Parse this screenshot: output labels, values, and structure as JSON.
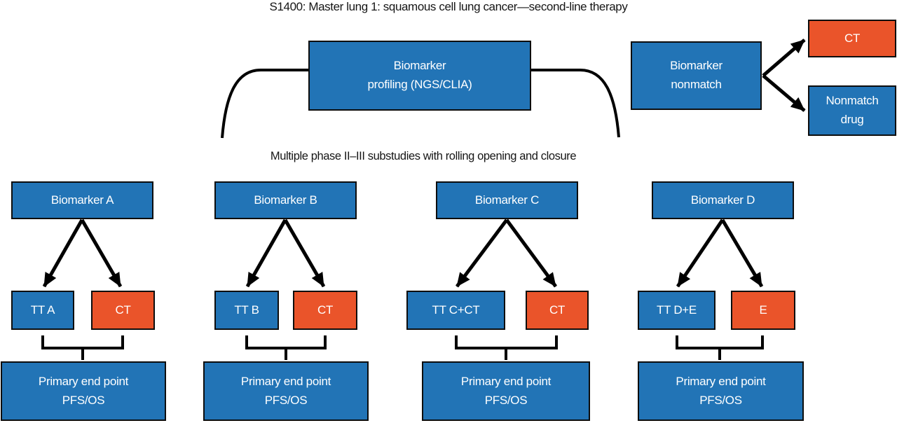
{
  "title": "S1400: Master lung 1: squamous cell lung cancer—second-line therapy",
  "subtitle": "Multiple phase II–III substudies with rolling opening and closure",
  "colors": {
    "box_blue": "#2274B6",
    "box_orange": "#EA542A",
    "box_border": "#0d0d0d",
    "line_black": "#000000",
    "box_text": "#ffffff",
    "title_text": "#161616"
  },
  "master": {
    "profiling_label": "Biomarker\nprofiling (NGS/CLIA)",
    "nonmatch_label": "Biomarker\nnonmatch",
    "nonmatch_ct_label": "CT",
    "nonmatch_drug_label": "Nonmatch\ndrug"
  },
  "substudies": [
    {
      "biomarker": "Biomarker A",
      "arm_tt": "TT A",
      "arm_control": "CT",
      "endpoint": "Primary end point\nPFS/OS"
    },
    {
      "biomarker": "Biomarker B",
      "arm_tt": "TT B",
      "arm_control": "CT",
      "endpoint": "Primary end point\nPFS/OS"
    },
    {
      "biomarker": "Biomarker C",
      "arm_tt": "TT C+CT",
      "arm_control": "CT",
      "endpoint": "Primary end point\nPFS/OS"
    },
    {
      "biomarker": "Biomarker D",
      "arm_tt": "TT D+E",
      "arm_control": "E",
      "endpoint": "Primary end point\nPFS/OS"
    }
  ]
}
